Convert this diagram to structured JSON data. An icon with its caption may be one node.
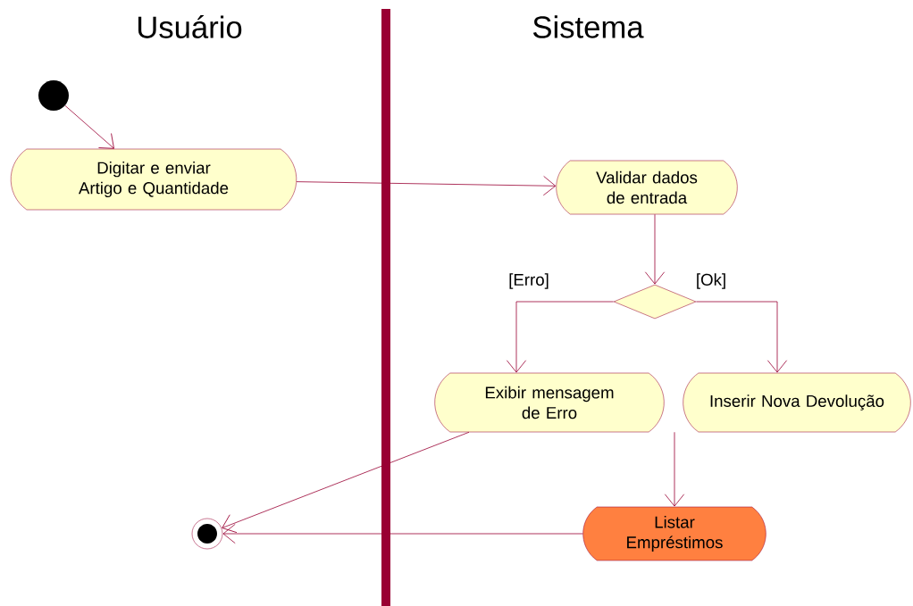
{
  "diagram": {
    "nodes": [
      {
        "text": [],
        "shape": "circle"
      },
      {
        "text": [
          "Digitar e enviar Artigo e Quantidade"
        ]
      },
      {
        "text": [
          "Validar dados de entrada"
        ]
      },
      {
        "text": [],
        "shape": "diamond"
      },
      {
        "text": [
          "Exibir mensagem de Erro"
        ]
      },
      {
        "text": [
          "Inserir Nova Devolução"
        ]
      },
      {
        "text": [
          "Listar Empréstimos"
        ]
      },
      {
        "text": [],
        "shape": "circle"
      }
    ],
    "edges": [
      {
        "from": 0,
        "to": 1,
        "arrow": "to"
      },
      {
        "from": 1,
        "to": 2,
        "arrow": "to"
      },
      {
        "from": 2,
        "to": 3,
        "arrow": "to"
      },
      {
        "from": 3,
        "to": 4,
        "arrow": "to",
        "label": "[Erro]"
      },
      {
        "from": 3,
        "to": 5,
        "arrow": "to",
        "label": "[Ok]"
      },
      {
        "from": 5,
        "to": 6,
        "arrow": "to"
      },
      {
        "from": 4,
        "to": 7,
        "arrow": "to"
      },
      {
        "from": 6,
        "to": 7,
        "arrow": "to"
      }
    ],
    "labels": [
      "Usuário",
      "Sistema"
    ]
  }
}
